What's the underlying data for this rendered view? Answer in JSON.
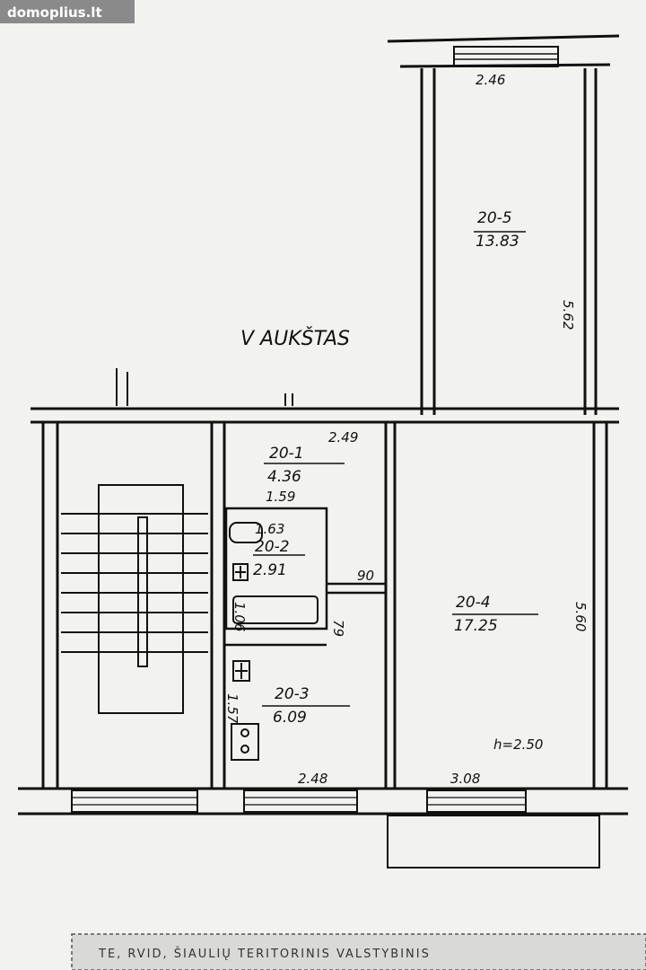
{
  "watermark": "domoplius.lt",
  "floor_title": "V AUKŠTAS",
  "ceiling_height": "h=2.50",
  "rooms": [
    {
      "number": "20-1",
      "area": "4.36"
    },
    {
      "number": "20-2",
      "area": "2.91"
    },
    {
      "number": "20-3",
      "area": "6.09"
    },
    {
      "number": "20-4",
      "area": "17.25"
    },
    {
      "number": "20-5",
      "area": "13.83"
    }
  ],
  "dimensions": {
    "top_window": "2.46",
    "room5_depth": "5.62",
    "hall_width": "2.49",
    "hall_depth": "1.59",
    "bath_width": "1.63",
    "door_small": "90",
    "wall_small": "79",
    "kitchen_width": "2.48",
    "room4_width": "3.08",
    "room4_depth": "5.60",
    "bath_side": "1.06",
    "kitchen_side": "1.57"
  },
  "footer_text": "TE, RVID, ŠIAULIŲ TERITORINIS VALSTYBINIS"
}
